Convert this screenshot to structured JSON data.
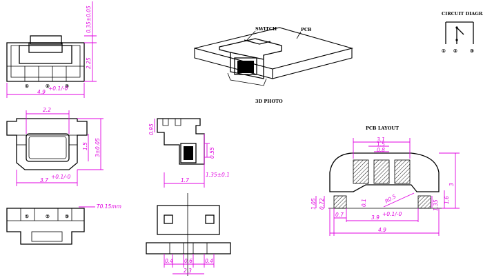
{
  "labels": {
    "photo_3d": "3D PHOTO",
    "switch": "SWITCH",
    "pcb": "PCB",
    "pcb_layout": "PCB LAYOUT",
    "circuit_diagram": "CIRCUIT DIAGRAM"
  },
  "pins": [
    "①",
    "②",
    "③"
  ],
  "dimensions": {
    "top_height": "0.35±0.05",
    "top_width": "4.9",
    "top_width_tol": "+0.1/-0",
    "side_225": "2.25",
    "front_22": "2.2",
    "front_15": "1.5",
    "front_3": "3±0.05",
    "front_width": "3.7",
    "front_width_tol": "+0.1/-0",
    "side_095": "0.95",
    "side_055": "0.55",
    "side_135": "1.35±0.1",
    "side_17": "1.7",
    "bottom_t": "T0.15mm",
    "end_04a": "0.4",
    "end_06": "0.6",
    "end_04b": "0.4",
    "end_23": "2.3",
    "pcb_31": "3.1",
    "pcb_15": "1.5",
    "pcb_08": "0.8",
    "pcb_01": "0.1",
    "pcb_r": "R0.5",
    "pcb_105": "1.05",
    "pcb_072": "0.72",
    "pcb_135": "1.35",
    "pcb_16": "1.6",
    "pcb_3": "3",
    "pcb_07": "0.7",
    "pcb_39": "3.9",
    "pcb_39_tol": "+0.1/-0",
    "pcb_49": "4.9"
  }
}
